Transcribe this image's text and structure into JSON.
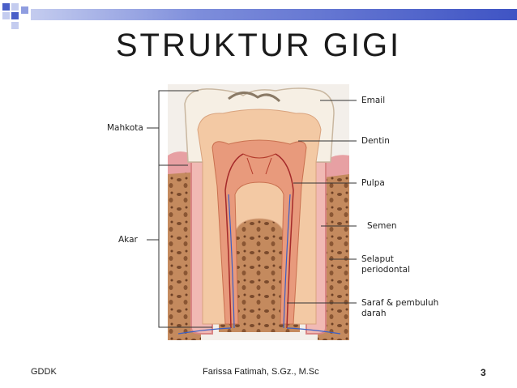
{
  "slide": {
    "title": "STRUKTUR GIGI",
    "colors": {
      "band_dark": "#4a5fc8",
      "band_light": "#c4ccef",
      "enamel": "#f6efe4",
      "dentin": "#f3c9a4",
      "pulp": "#e89a7c",
      "bone": "#c48a5e",
      "gum": "#e7a0a3"
    }
  },
  "diagram": {
    "left_labels": {
      "crown": "Mahkota",
      "root": "Akar"
    },
    "right_labels": {
      "enamel": "Email",
      "dentin": "Dentin",
      "pulp": "Pulpa",
      "cementum": "Semen",
      "periodontal": "Selaput\nperiodontal",
      "nerve": "Saraf & pembuluh\ndarah"
    }
  },
  "footer": {
    "left": "GDDK",
    "center": "Farissa Fatimah, S.Gz., M.Sc",
    "page": "3"
  }
}
